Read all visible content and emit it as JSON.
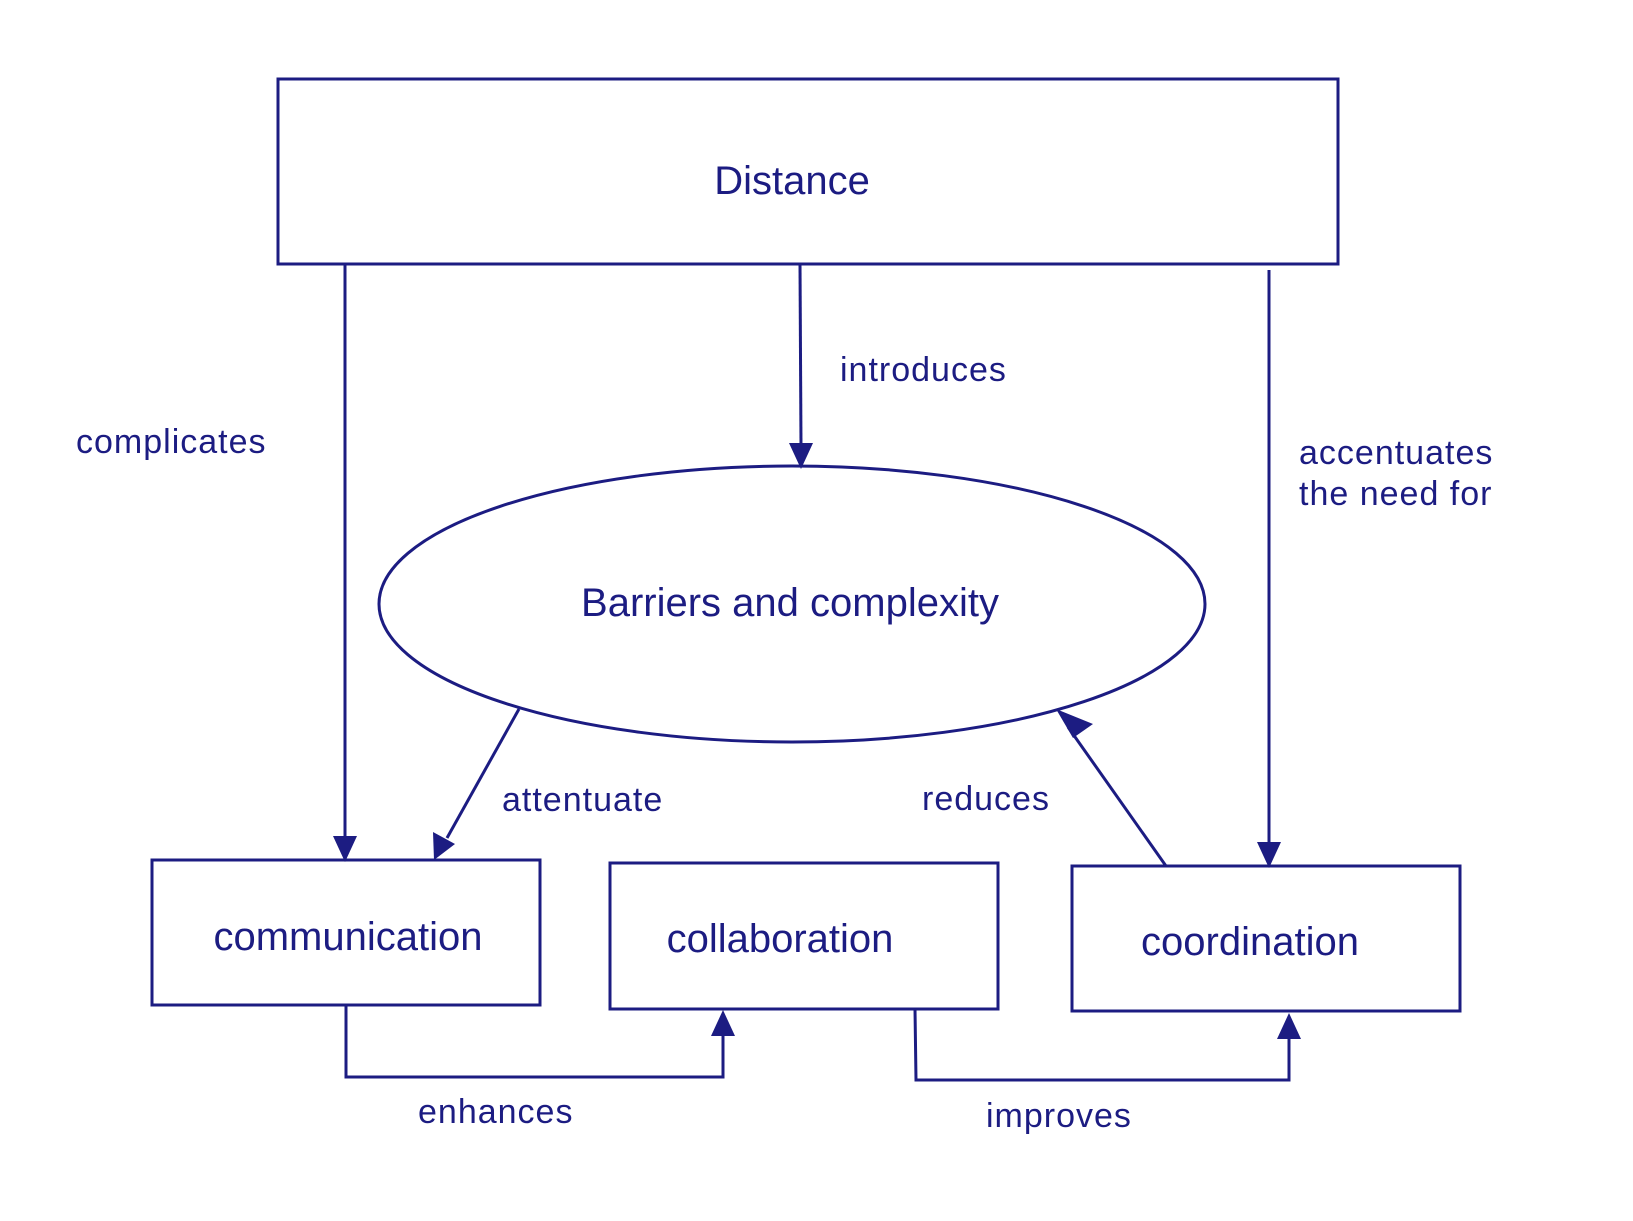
{
  "diagram": {
    "color": "#1c1c82",
    "nodes": {
      "distance": "Distance",
      "barriers": "Barriers and complexity",
      "communication": "communication",
      "collaboration": "collaboration",
      "coordination": "coordination"
    },
    "edges": {
      "complicates": "complicates",
      "introduces": "introduces",
      "accentuates_line1": "accentuates",
      "accentuates_line2": "the need for",
      "attentuate": "attentuate",
      "reduces": "reduces",
      "enhances": "enhances",
      "improves": "improves"
    }
  }
}
